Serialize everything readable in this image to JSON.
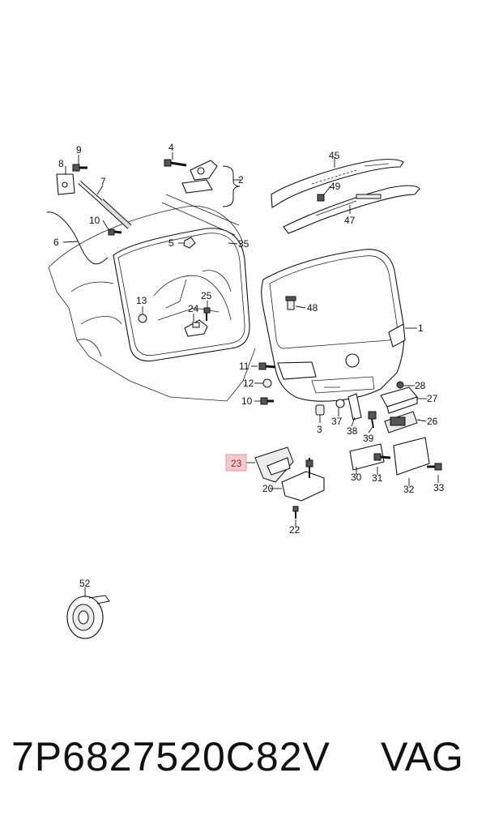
{
  "diagram": {
    "callouts": {
      "c1": "1",
      "c2": "2",
      "c3": "3",
      "c4": "4",
      "c5": "5",
      "c6": "6",
      "c7": "7",
      "c8": "8",
      "c9": "9",
      "c10a": "10",
      "c10b": "10",
      "c11": "11",
      "c12": "12",
      "c13": "13",
      "c20": "20",
      "c22": "22",
      "c23": "23",
      "c24": "24",
      "c25": "25",
      "c26": "26",
      "c27": "27",
      "c28": "28",
      "c30": "30",
      "c31": "31",
      "c32": "32",
      "c33": "33",
      "c35": "35",
      "c37": "37",
      "c38": "38",
      "c39": "39",
      "c45": "45",
      "c47": "47",
      "c48": "48",
      "c49": "49",
      "c52": "52"
    },
    "highlighted_callout": "23",
    "highlight_color": "#f4c9cc"
  },
  "footer": {
    "part_number": "7P6827520C82V",
    "brand": "VAG"
  }
}
